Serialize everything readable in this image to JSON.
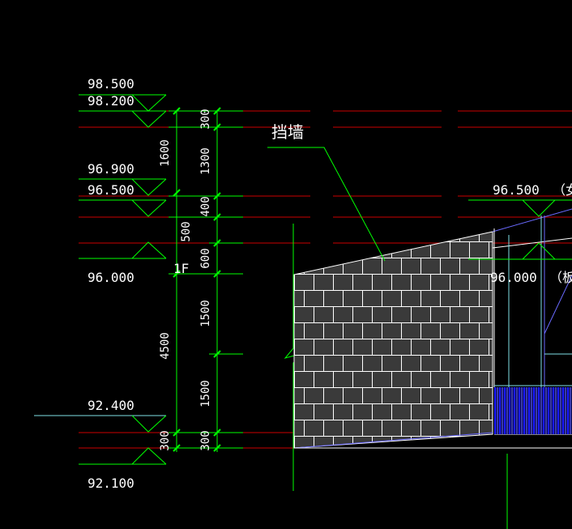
{
  "elevations": {
    "e98500": "98.500",
    "e98200": "98.200",
    "e96900": "96.900",
    "e96500_left": "96.500",
    "e96000_left": "96.000",
    "e92400": "92.400",
    "e92100": "92.100",
    "e96500_right": "96.500",
    "e96000_right": "96.000"
  },
  "dimensions": {
    "d300_top": "300",
    "d1300": "1300",
    "d1600": "1600",
    "d400": "400",
    "d500": "500",
    "d600": "600",
    "d1500_upper": "1500",
    "d1500_lower": "1500",
    "d4500": "4500",
    "d300_bottom_left": "300",
    "d300_bottom_right": "300"
  },
  "labels": {
    "floor": "1F",
    "retaining_wall": "挡墙",
    "note_women": "（女",
    "note_board": "（板"
  },
  "colors": {
    "background": "#000000",
    "text": "#ffffff",
    "dimension_line": "#00ff00",
    "level_line": "#cc0000",
    "wall_fill": "#3a3a3a",
    "brick_line": "#ffffff",
    "cyan": "#7fdfe6",
    "blue": "#1a1aff",
    "slope_line": "#6a6aff"
  }
}
